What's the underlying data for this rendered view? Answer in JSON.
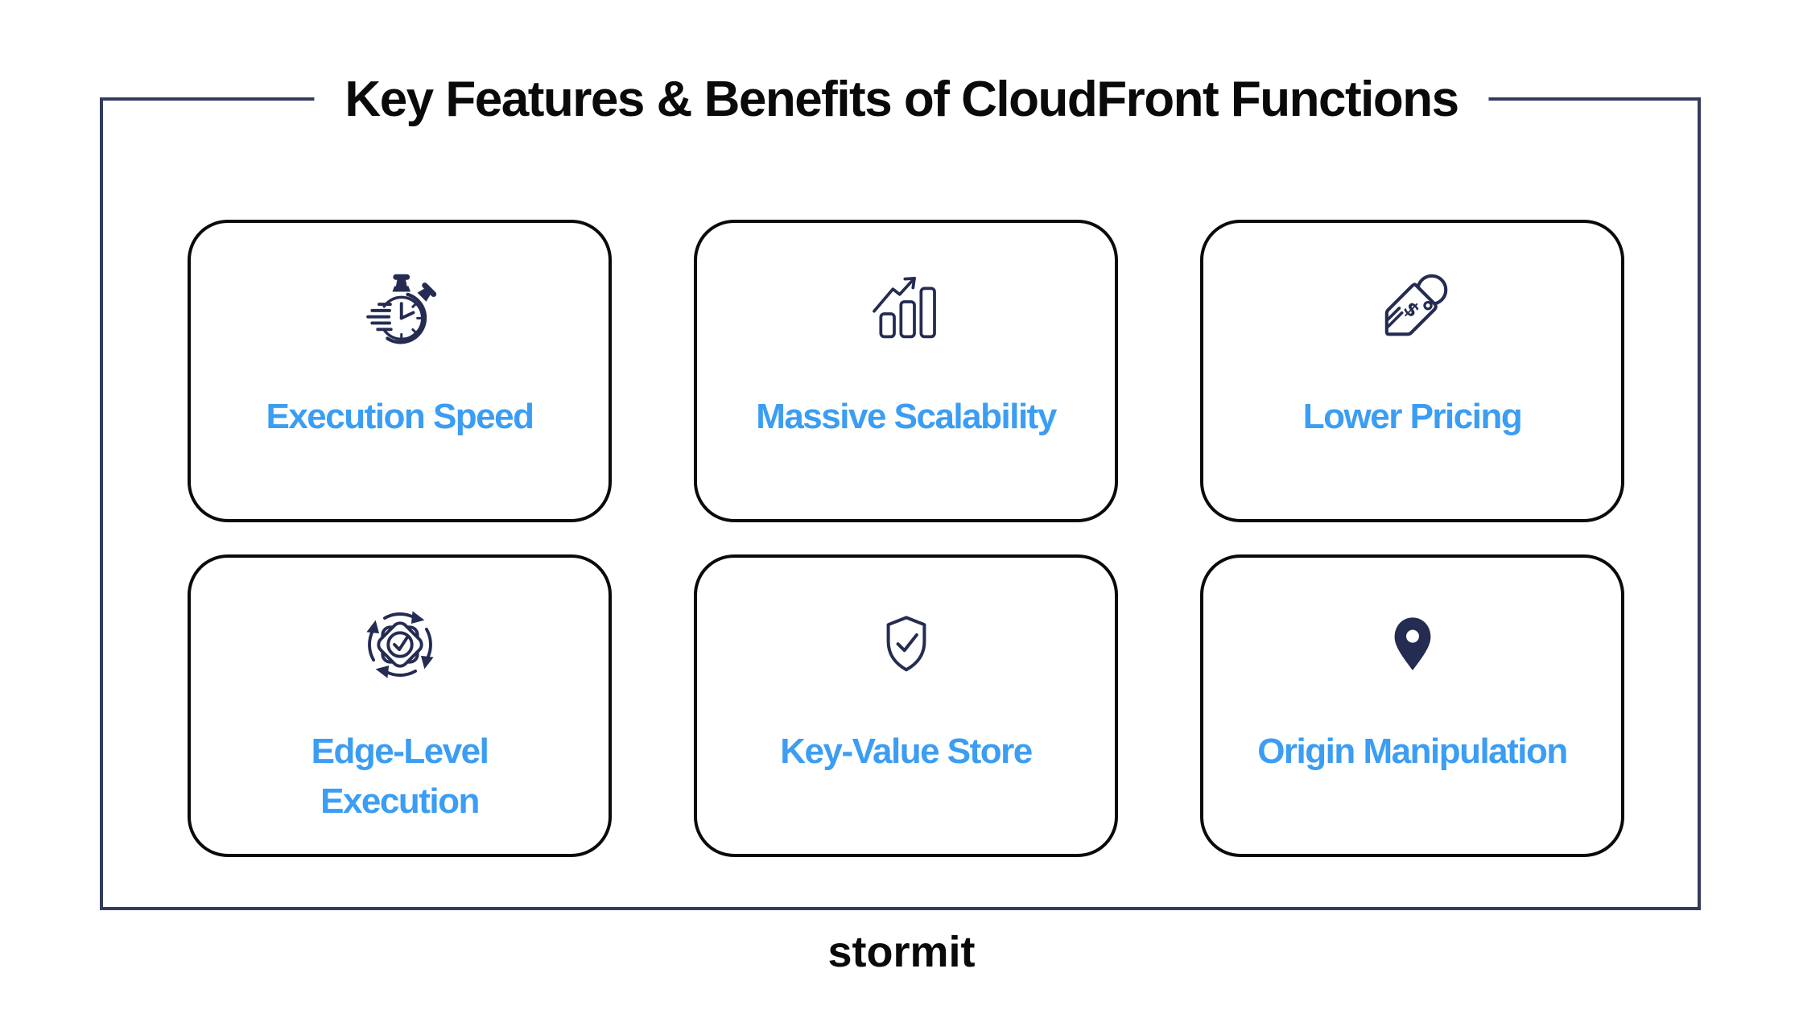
{
  "title": "Key Features & Benefits of CloudFront Functions",
  "brand": "stormit",
  "colors": {
    "accent_blue": "#3B9DF3",
    "icon_navy": "#252C52",
    "frame_navy": "#333C5E",
    "ink": "#0A0A0B",
    "background": "#FFFFFF"
  },
  "cards": [
    {
      "label": "Execution Speed",
      "icon": "stopwatch-speed-icon"
    },
    {
      "label": "Massive Scalability",
      "icon": "growth-chart-icon"
    },
    {
      "label": "Lower Pricing",
      "icon": "price-tag-icon"
    },
    {
      "label": "Edge-Level\nExecution",
      "icon": "gear-sync-check-icon"
    },
    {
      "label": "Key-Value Store",
      "icon": "shield-check-icon"
    },
    {
      "label": "Origin Manipulation",
      "icon": "location-pin-icon"
    }
  ]
}
